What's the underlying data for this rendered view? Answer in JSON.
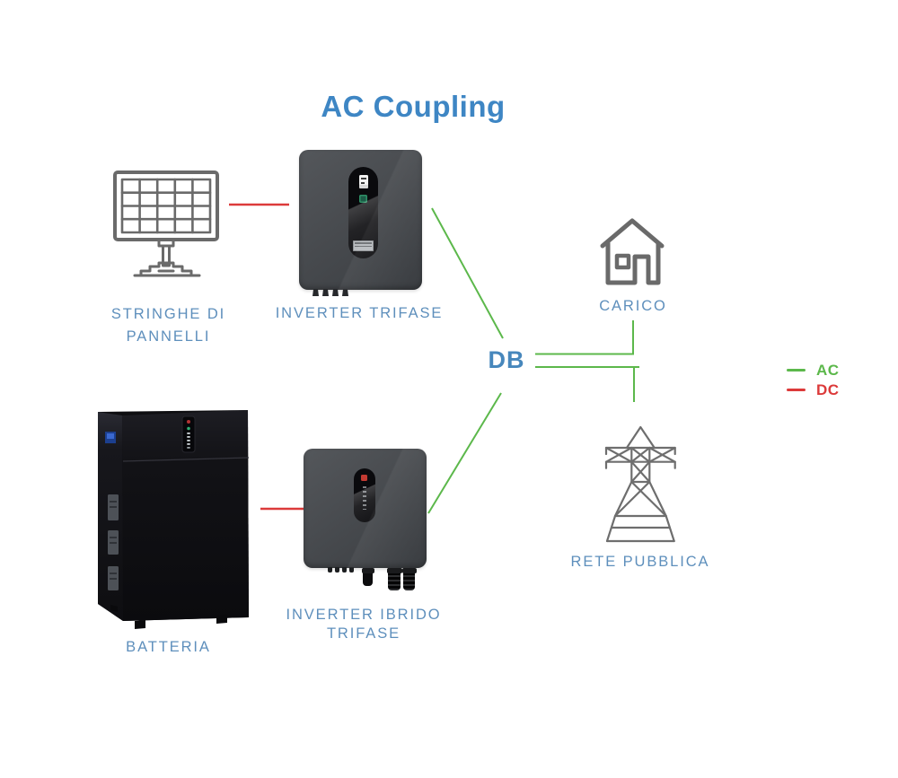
{
  "title": "AC Coupling",
  "colors": {
    "ac_green": "#5cb84b",
    "dc_red": "#dc3a3a",
    "title_blue": "#3e86c4",
    "label_blue": "#5e8fbc",
    "db_blue": "#4787bc",
    "icon_gray": "#6a6a6a",
    "tower_gray": "#6e6e6e"
  },
  "nodes": {
    "panels": {
      "icon": "solar-panel-icon",
      "label_line1": "STRINGHE DI",
      "label_line2": "PANNELLI"
    },
    "inverter_trifase": {
      "image": "inverter-trifase-image",
      "label": "INVERTER TRIFASE"
    },
    "battery": {
      "image": "battery-image",
      "label": "BATTERIA"
    },
    "inverter_ibrido": {
      "image": "inverter-ibrido-image",
      "label_line1": "INVERTER IBRIDO",
      "label_line2": "TRIFASE"
    },
    "load": {
      "icon": "house-icon",
      "label": "CARICO"
    },
    "grid": {
      "icon": "transmission-tower-icon",
      "label": "RETE PUBBLICA"
    },
    "db": {
      "label": "DB"
    }
  },
  "legend": {
    "items": [
      {
        "label": "AC",
        "color": "#5cb84b"
      },
      {
        "label": "DC",
        "color": "#dc3a3a"
      }
    ]
  }
}
